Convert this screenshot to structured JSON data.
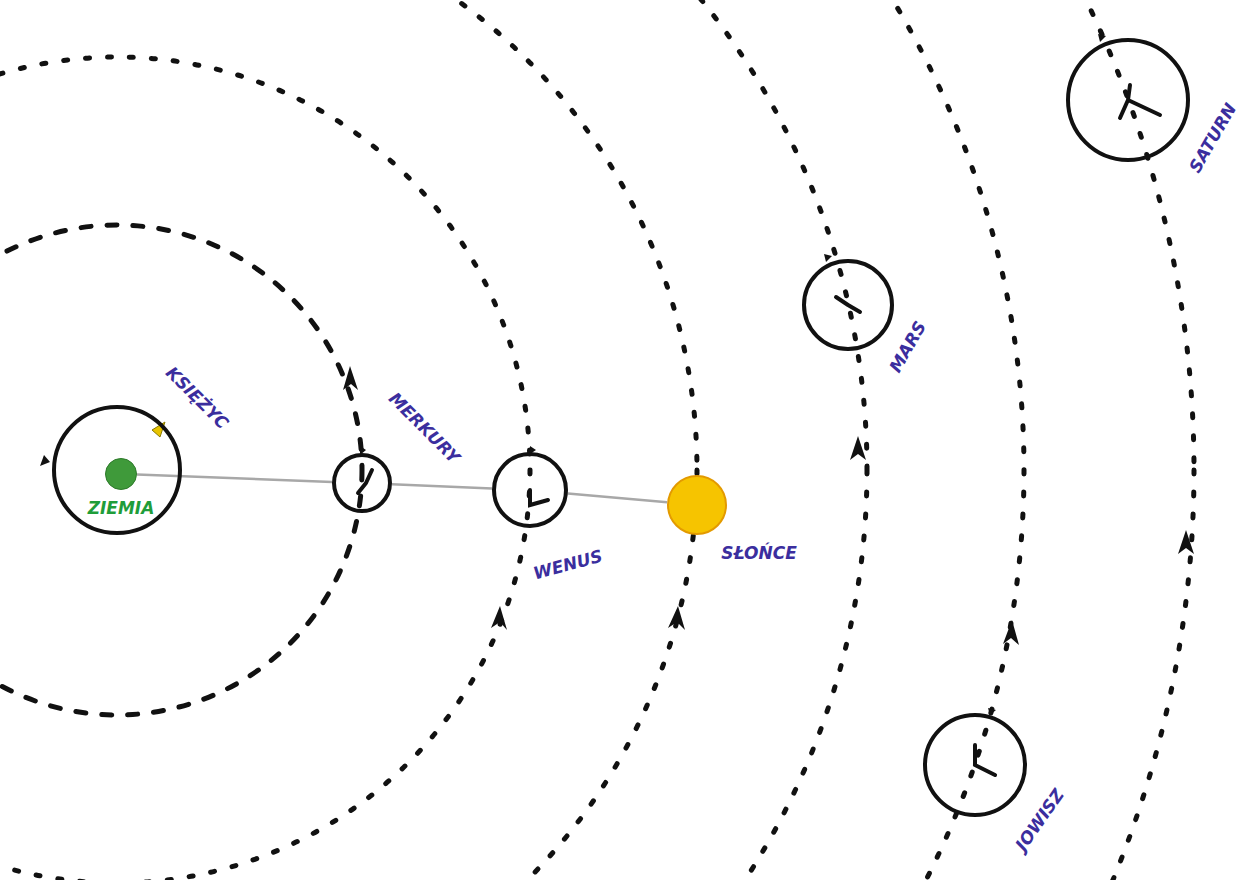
{
  "diagram": {
    "nodes": [
      {
        "text": [
          "KSIĘŻYC"
        ]
      },
      {
        "text": [
          "ZIEMIA"
        ],
        "in": 0
      },
      {
        "text": [
          "MERKURY"
        ]
      },
      {
        "text": [
          "WENUS"
        ]
      },
      {
        "text": [
          "SŁOŃCE"
        ]
      },
      {
        "text": [
          "MARS"
        ]
      },
      {
        "text": [
          "JOWISZ"
        ]
      },
      {
        "text": [
          "SATURN"
        ]
      }
    ],
    "edges": [
      {
        "from": 1,
        "to": 2,
        "arrow": "none"
      },
      {
        "from": 2,
        "to": 3,
        "arrow": "none"
      },
      {
        "from": 3,
        "to": 4,
        "arrow": "none"
      }
    ]
  }
}
